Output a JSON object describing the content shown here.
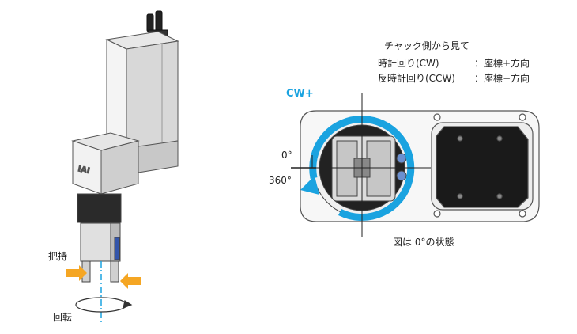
{
  "labels": {
    "grip": "把持",
    "rotation": "回転",
    "cw_plus": "CW+",
    "angle_0": "0°",
    "angle_360": "360°",
    "caption": "図は 0°の状態"
  },
  "note": {
    "line1": "チャック側から見て",
    "line2_left": "時計回り(CW)",
    "line2_right": "：座標+方向",
    "line3_left": "反時計回り(CCW)",
    "line3_right": "：座標−方向"
  },
  "colors": {
    "accent_blue": "#1aa3e0",
    "arrow_orange": "#f5a623",
    "outline": "#333333"
  }
}
